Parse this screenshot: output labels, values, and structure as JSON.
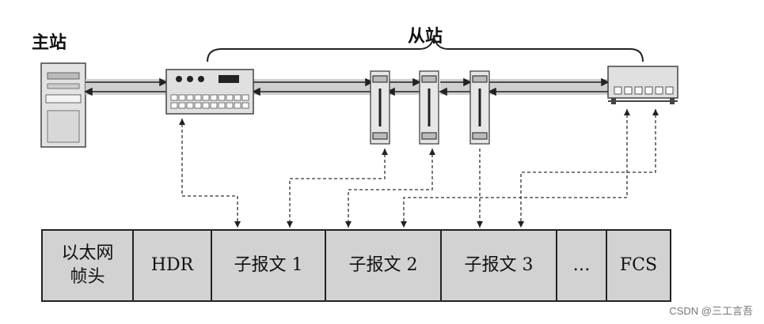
{
  "labels": {
    "master": "主站",
    "slaves": "从站"
  },
  "frame": {
    "cells": [
      {
        "line1": "以太网",
        "line2": "帧头"
      },
      {
        "text": "HDR"
      },
      {
        "text": "子报文 1"
      },
      {
        "text": "子报文 2"
      },
      {
        "text": "子报文 3"
      },
      {
        "text": "…"
      },
      {
        "text": "FCS"
      }
    ]
  },
  "watermark": "CSDN @三工言吾"
}
